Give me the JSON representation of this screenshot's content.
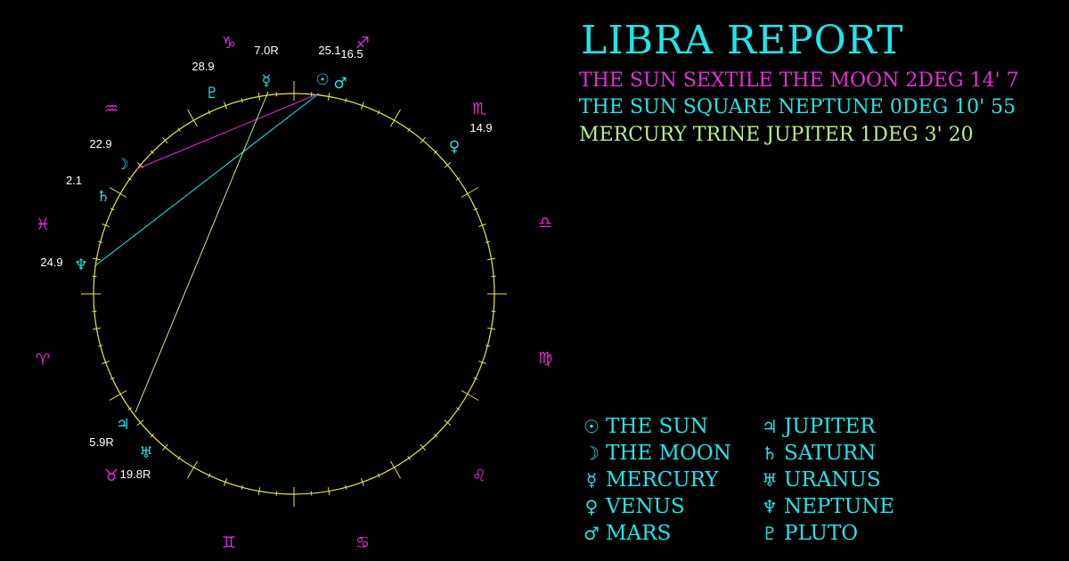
{
  "title": "LIBRA REPORT",
  "colors": {
    "background": "#000000",
    "wheel": "#e6e64a",
    "signs": "#e62ed8",
    "planets": "#1fe6ea",
    "aspect_sextile": "#e62ed8",
    "aspect_square": "#1fe6ea",
    "aspect_trine": "#b8f08a",
    "degree_label": "#ffffff"
  },
  "aspects": [
    {
      "text": "THE SUN SEXTILE THE MOON 2DEG 14' 7",
      "color": "#e62ed8"
    },
    {
      "text": "THE SUN SQUARE NEPTUNE 0DEG 10' 55",
      "color": "#1fe6ea"
    },
    {
      "text": "MERCURY TRINE JUPITER 1DEG 3' 20",
      "color": "#b8f08a"
    }
  ],
  "signs": [
    {
      "name": "capricorn",
      "glyph": "♑"
    },
    {
      "name": "aquarius",
      "glyph": "♒"
    },
    {
      "name": "pisces",
      "glyph": "♓"
    },
    {
      "name": "aries",
      "glyph": "♈"
    },
    {
      "name": "taurus",
      "glyph": "♉"
    },
    {
      "name": "gemini",
      "glyph": "♊"
    },
    {
      "name": "cancer",
      "glyph": "♋"
    },
    {
      "name": "leo",
      "glyph": "♌"
    },
    {
      "name": "virgo",
      "glyph": "♍"
    },
    {
      "name": "libra",
      "glyph": "♎"
    },
    {
      "name": "scorpio",
      "glyph": "♏"
    },
    {
      "name": "sagittarius",
      "glyph": "♐"
    }
  ],
  "planets": [
    {
      "name": "sun",
      "glyph": "☉",
      "label": "25.1"
    },
    {
      "name": "mars",
      "glyph": "♂",
      "label": "16.5"
    },
    {
      "name": "mercury",
      "glyph": "☿",
      "label": "7.0R"
    },
    {
      "name": "pluto",
      "glyph": "♇",
      "label": "28.9"
    },
    {
      "name": "moon",
      "glyph": "☽",
      "label": "22.9"
    },
    {
      "name": "saturn",
      "glyph": "♄",
      "label": "2.1"
    },
    {
      "name": "neptune",
      "glyph": "♆",
      "label": "24.9"
    },
    {
      "name": "jupiter",
      "glyph": "♃",
      "label": "5.9R"
    },
    {
      "name": "uranus",
      "glyph": "♅",
      "label": ""
    },
    {
      "name": "venus",
      "glyph": "♀",
      "label": "14.9"
    }
  ],
  "taurus_label": "19.8R",
  "legend": [
    {
      "glyph": "☉",
      "label": "THE SUN"
    },
    {
      "glyph": "♃",
      "label": "JUPITER"
    },
    {
      "glyph": "☽",
      "label": "THE MOON"
    },
    {
      "glyph": "♄",
      "label": "SATURN"
    },
    {
      "glyph": "☿",
      "label": "MERCURY"
    },
    {
      "glyph": "♅",
      "label": "URANUS"
    },
    {
      "glyph": "♀",
      "label": "VENUS"
    },
    {
      "glyph": "♆",
      "label": "NEPTUNE"
    },
    {
      "glyph": "♂",
      "label": "MARS"
    },
    {
      "glyph": "♇",
      "label": "PLUTO"
    }
  ]
}
